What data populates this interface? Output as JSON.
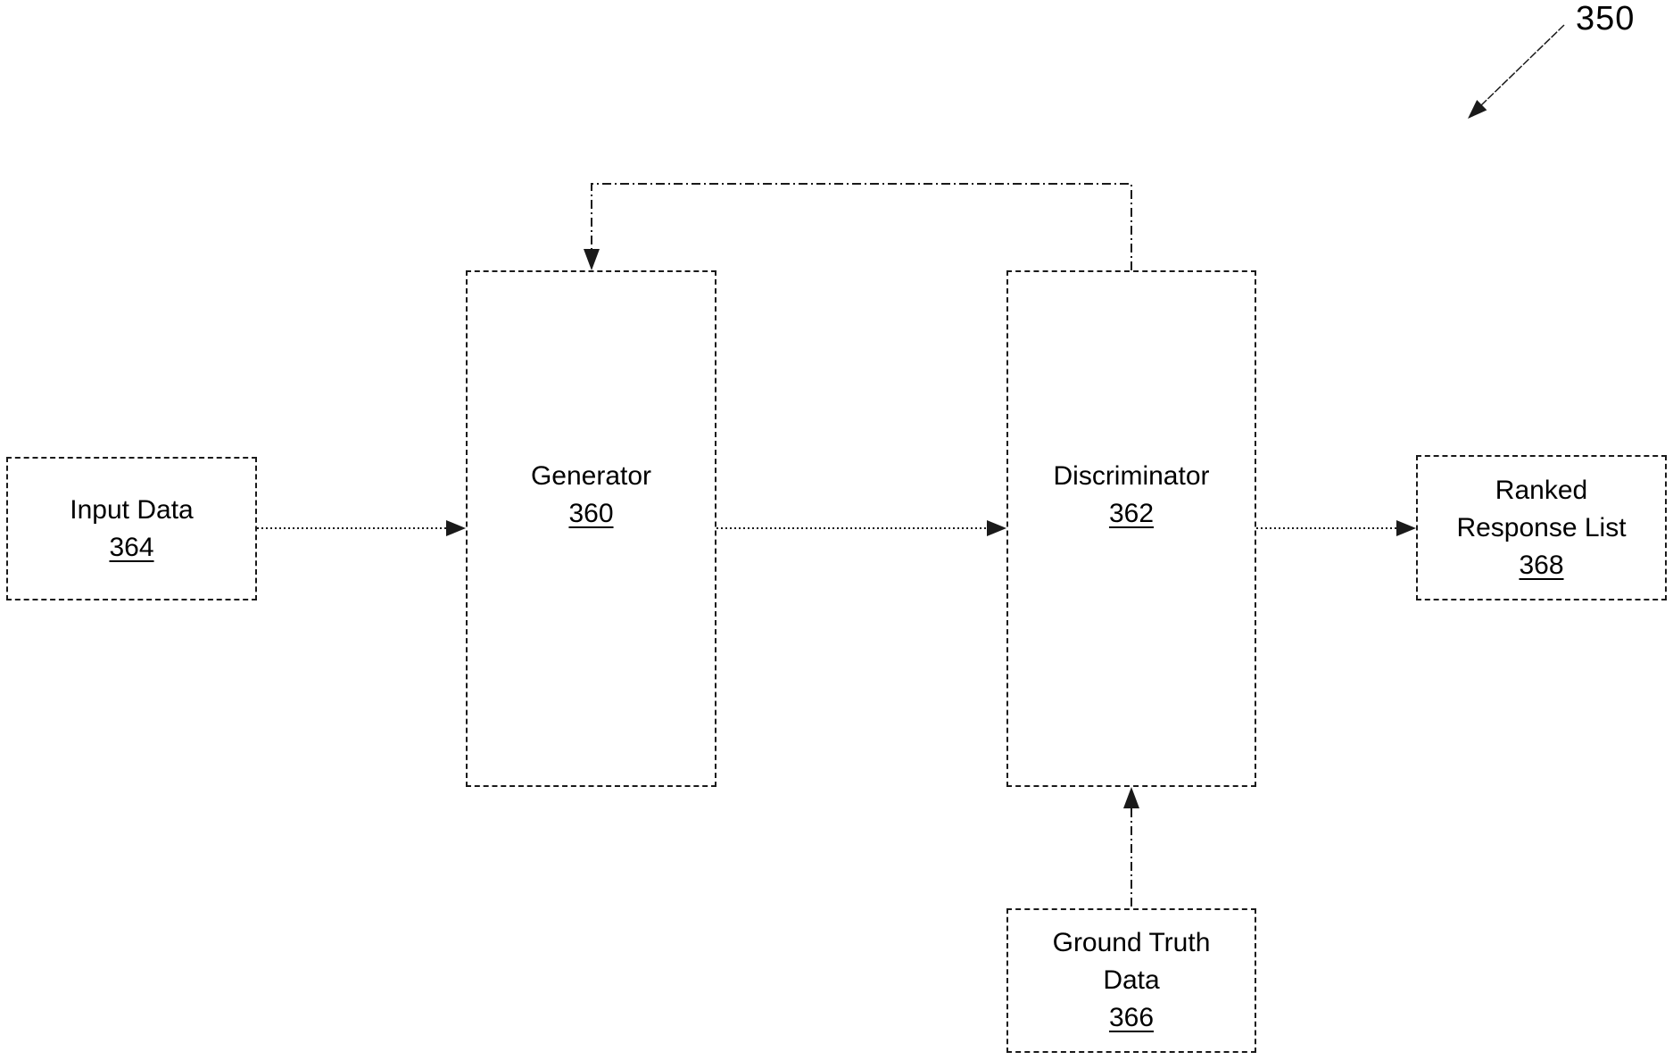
{
  "figure": {
    "reference_label": "350",
    "background_color": "#ffffff",
    "line_color": "#1a1a1a",
    "text_color": "#000000"
  },
  "nodes": {
    "input_data": {
      "title": "Input Data",
      "ref": "364"
    },
    "generator": {
      "title": "Generator",
      "ref": "360"
    },
    "discriminator": {
      "title": "Discriminator",
      "ref": "362"
    },
    "ranked_response_list": {
      "title": "Ranked Response List",
      "ref": "368"
    },
    "ground_truth_data": {
      "title": "Ground Truth Data",
      "ref": "366"
    }
  },
  "edges": [
    {
      "from": "input_data",
      "to": "generator",
      "direction": "right"
    },
    {
      "from": "generator",
      "to": "discriminator",
      "direction": "right"
    },
    {
      "from": "discriminator",
      "to": "ranked_response_list",
      "direction": "right"
    },
    {
      "from": "ground_truth_data",
      "to": "discriminator",
      "direction": "up"
    },
    {
      "from": "discriminator",
      "to": "generator",
      "direction": "feedback-top"
    }
  ]
}
